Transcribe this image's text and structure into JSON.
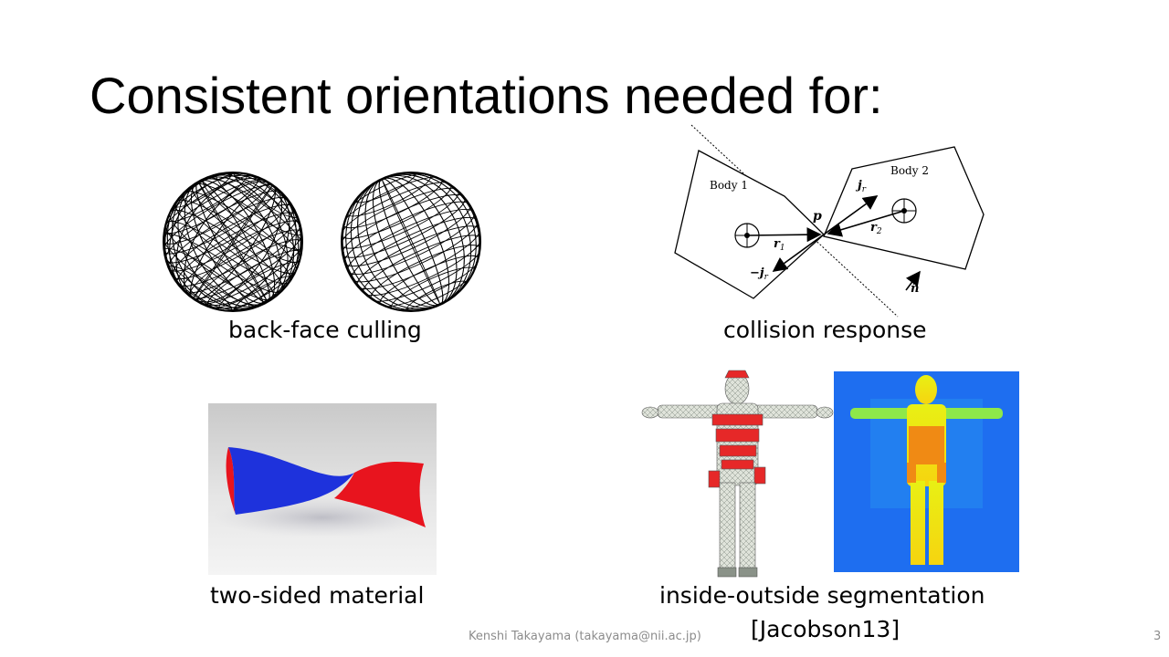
{
  "slide": {
    "title": "Consistent orientations needed for:",
    "captions": {
      "back_face_culling": "back-face culling",
      "collision_response": "collision response",
      "two_sided_material": "two-sided material",
      "inside_outside_line1": "inside-outside segmentation",
      "inside_outside_line2": "[Jacobson13]"
    },
    "collision_diagram": {
      "body1": "Body 1",
      "body2": "Body 2",
      "p": "p",
      "r1": "r",
      "r1_sub": "1",
      "r2": "r",
      "r2_sub": "2",
      "jr": "j",
      "jr_sub": "r",
      "neg_jr": "−j",
      "neg_jr_sub": "r",
      "n_hat": "n̂"
    },
    "footer": {
      "author": "Kenshi Takayama (takayama@nii.ac.jp)",
      "page": "3"
    },
    "colors": {
      "ribbon_red": "#e8141e",
      "ribbon_blue": "#1e32dc",
      "heatmap_blue": "#1e6ef0",
      "figure_yellow": "#f0e614",
      "armor_red": "#e62828"
    }
  }
}
